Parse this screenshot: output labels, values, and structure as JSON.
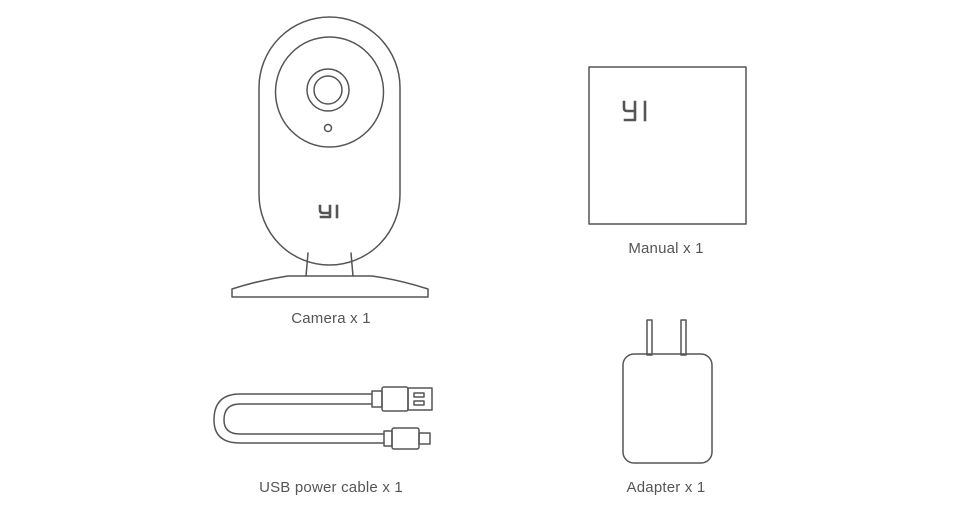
{
  "items": {
    "camera": {
      "label": "Camera x 1",
      "logo": "YI"
    },
    "manual": {
      "label": "Manual x 1",
      "logo": "YI"
    },
    "cable": {
      "label": "USB power cable x 1"
    },
    "adapter": {
      "label": "Adapter x 1"
    }
  },
  "colors": {
    "line": "#555555",
    "background": "#ffffff"
  }
}
